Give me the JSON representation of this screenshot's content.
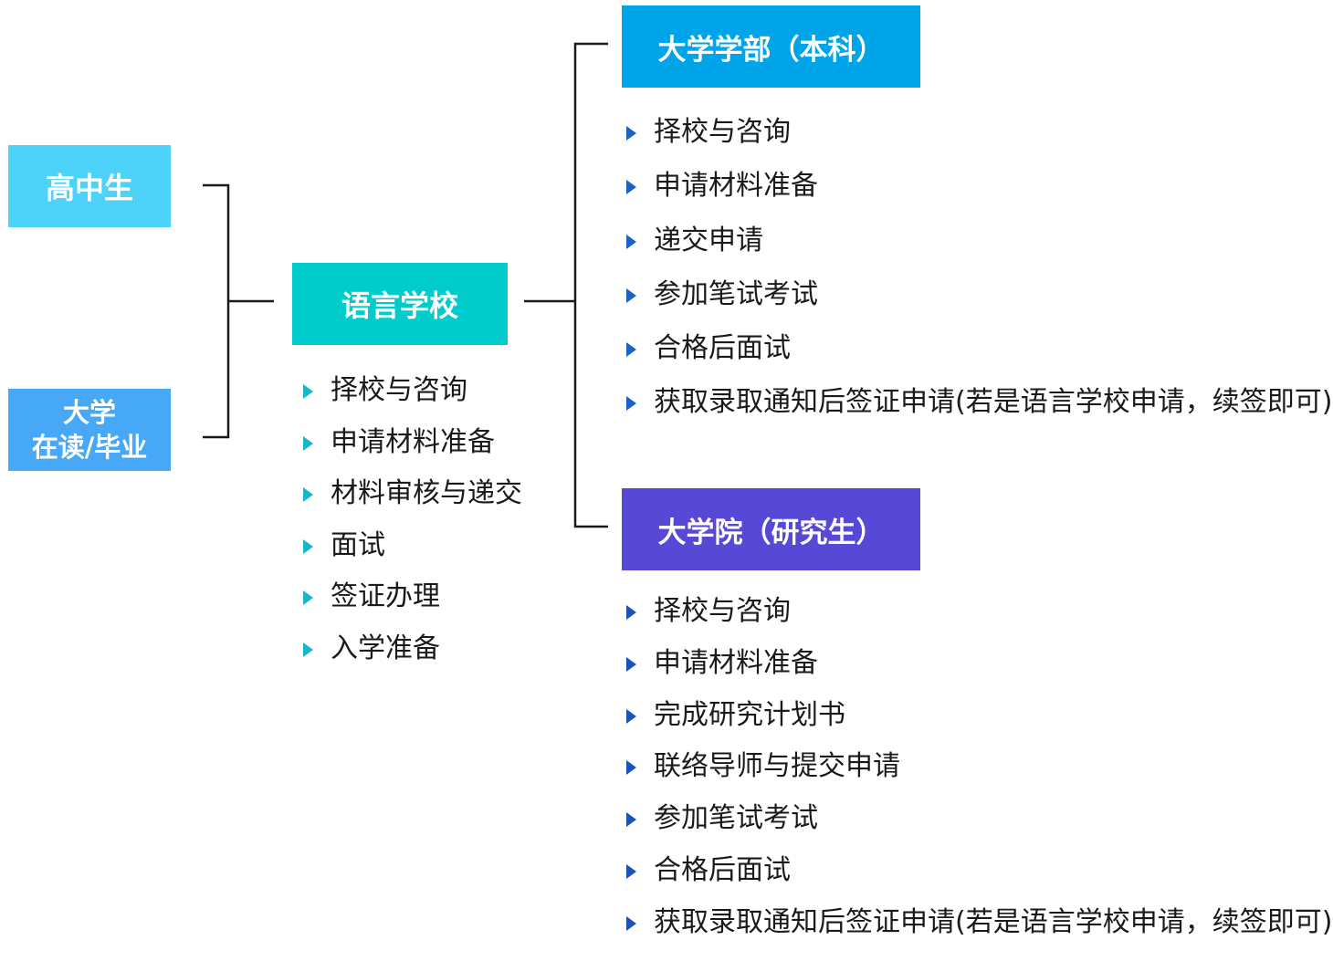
{
  "sources": {
    "high_school": "高中生",
    "university_line1": "大学",
    "university_line2": "在读/毕业"
  },
  "language_school": {
    "title": "语言学校",
    "steps": [
      "择校与咨询",
      "申请材料准备",
      "材料审核与递交",
      "面试",
      "签证办理",
      "入学准备"
    ]
  },
  "undergraduate": {
    "title": "大学学部（本科）",
    "steps": [
      "择校与咨询",
      "申请材料准备",
      "递交申请",
      "参加笔试考试",
      "合格后面试",
      "获取录取通知后签证申请(若是语言学校申请，续签即可)"
    ]
  },
  "graduate": {
    "title": "大学院（研究生）",
    "steps": [
      "择校与咨询",
      "申请材料准备",
      "完成研究计划书",
      "联络导师与提交申请",
      "参加笔试考试",
      "合格后面试",
      "获取录取通知后签证申请(若是语言学校申请，续签即可)"
    ]
  },
  "colors": {
    "high_school_box": "#4dd2fa",
    "university_box": "#46a8f6",
    "language_school_box": "#00cccc",
    "undergraduate_box": "#00a4e8",
    "graduate_box": "#5848d6",
    "connector": "#1a1a1a",
    "bullet_language": "#19b6c8",
    "bullet_undergraduate": "#1a63c4",
    "bullet_graduate": "#1a52b8"
  },
  "icons": {
    "bullet": "triangle-right-icon"
  }
}
